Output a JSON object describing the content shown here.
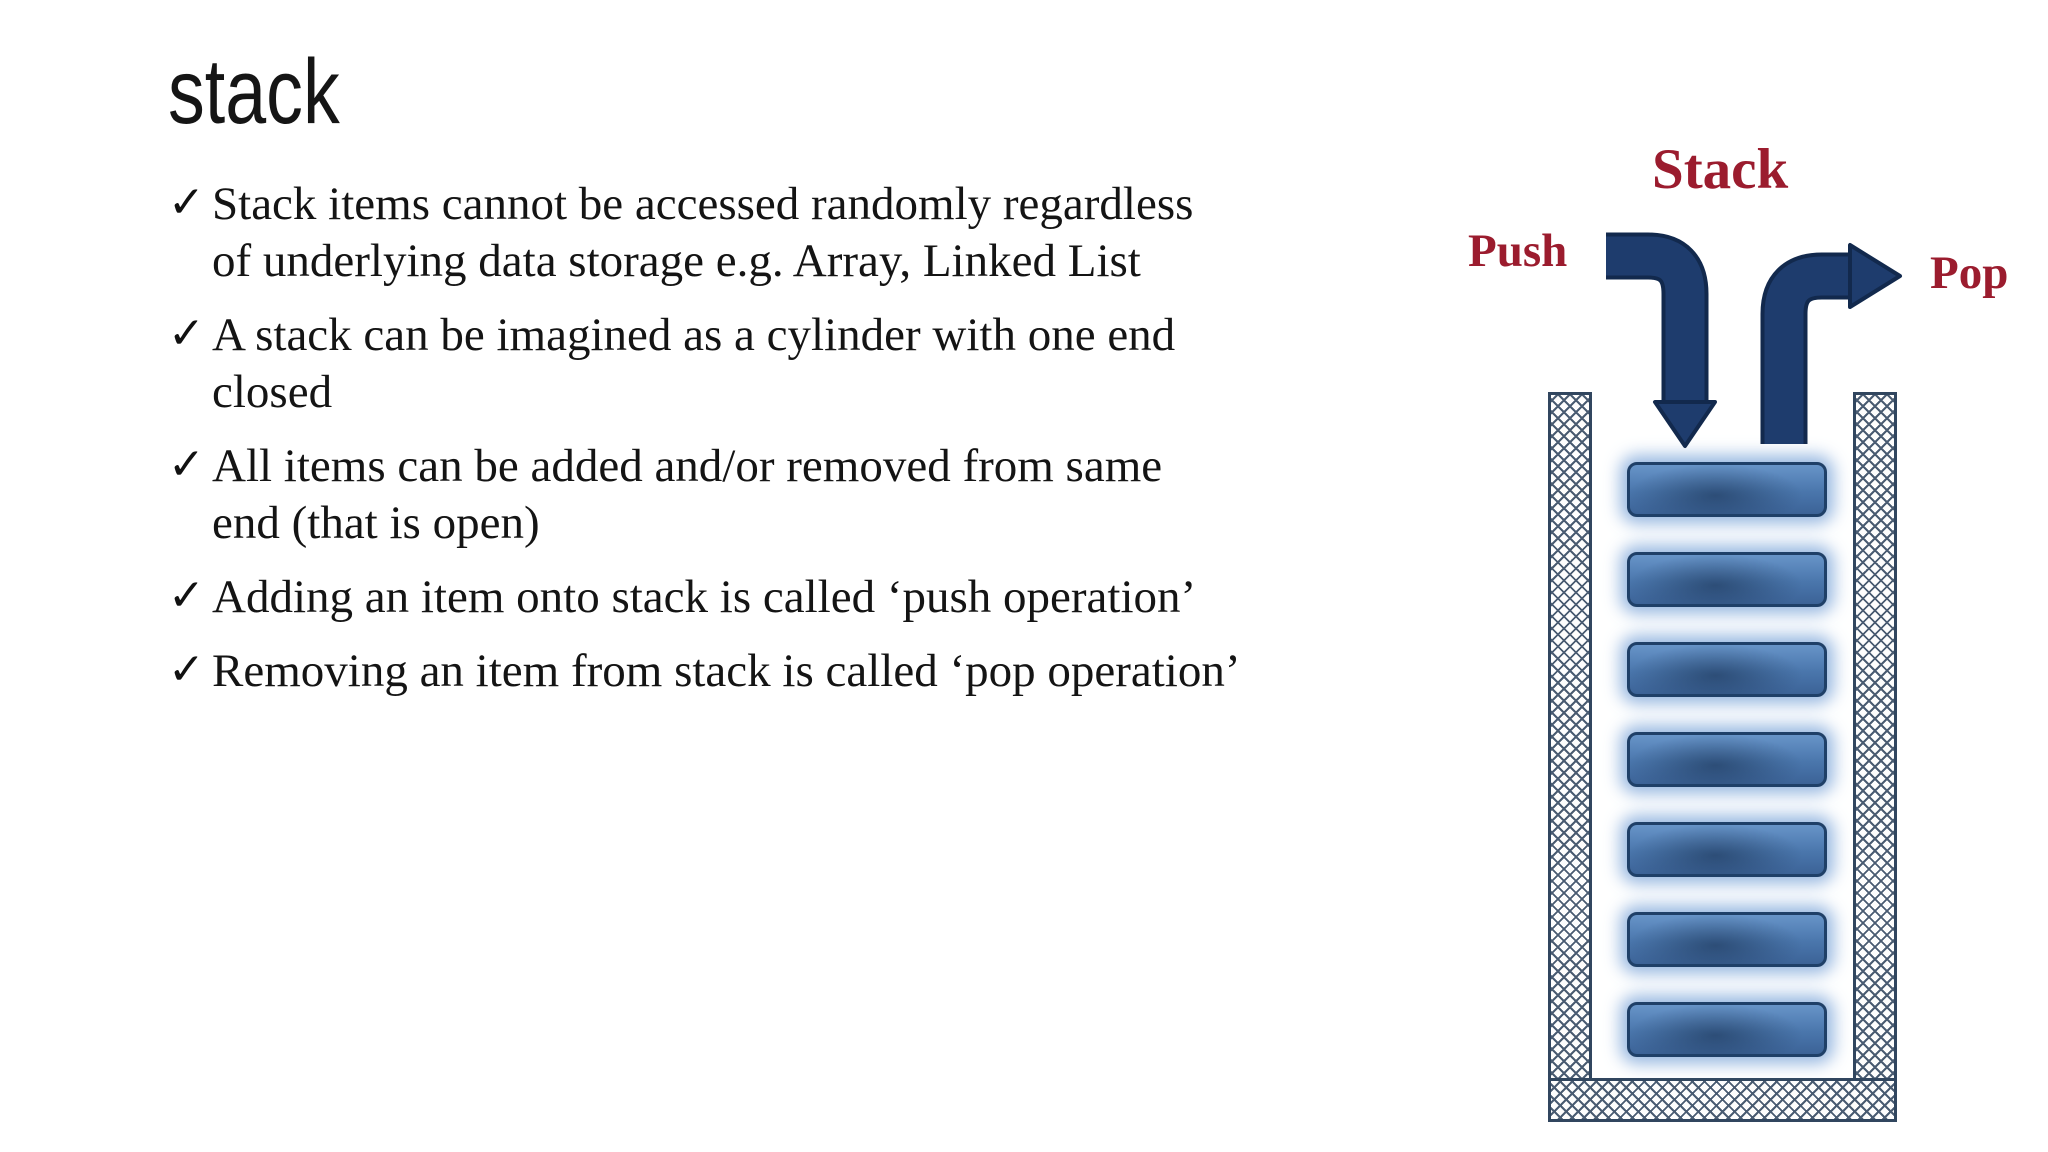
{
  "slide": {
    "title": "stack",
    "checkmark": "✓",
    "bullets": [
      {
        "text": "Stack items cannot be accessed randomly regardless\nof underlying data storage e.g. Array, Linked List"
      },
      {
        "text": "A stack can be imagined as a cylinder with one end\nclosed"
      },
      {
        "text": "All items can be added and/or removed from same\nend (that is open)"
      },
      {
        "text": "Adding an item onto stack is called ‘push operation’"
      },
      {
        "text": "Removing an item from stack is called ‘pop operation’"
      }
    ]
  },
  "diagram": {
    "title": "Stack",
    "push_label": "Push",
    "pop_label": "Pop",
    "stack_item_count": 7,
    "colors": {
      "label_red": "#9b1c2e",
      "arrow_navy": "#1e3c6d",
      "arrow_outline": "#12294d",
      "item_blue": "#4a76ac",
      "item_border": "#1f4068",
      "wall_hatch_line": "#4a5c72",
      "wall_border": "#31465f",
      "item_glow": "#80a8da"
    }
  }
}
